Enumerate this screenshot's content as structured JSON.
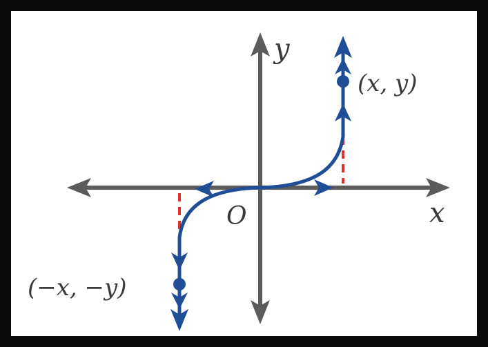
{
  "labels": {
    "y_axis": "y",
    "x_axis": "x",
    "origin": "O",
    "point_positive": "(x, y)",
    "point_negative": "(−x, −y)"
  },
  "colors": {
    "frame": "#0a0a0a",
    "axes": "#5b5b5b",
    "curve": "#1f4e96",
    "dashed_guides": "#e03030",
    "text": "#3a3a3a",
    "background": "#ffffff"
  },
  "icons": {
    "axis_arrows": "arrowhead-icon",
    "direction_markers": "direction-arrow-icon",
    "points": "point-marker-icon"
  }
}
